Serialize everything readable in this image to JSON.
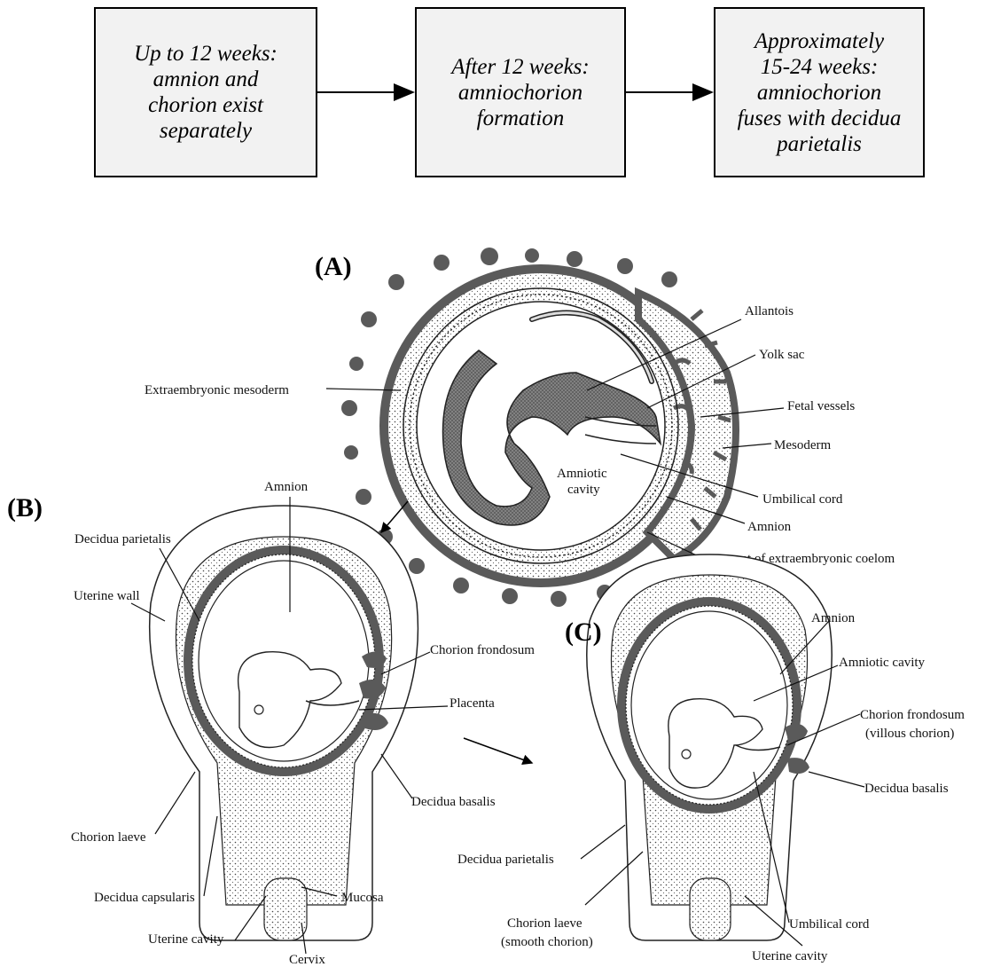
{
  "flow": {
    "step1": "Up to 12 weeks:\namnion and\nchorion exist\nseparately",
    "step2": "After 12 weeks:\namniochorion\nformation",
    "step3": "Approximately\n15-24 weeks:\namniochorion\nfuses with decidua\nparietalis"
  },
  "panels": {
    "a": "(A)",
    "b": "(B)",
    "c": "(C)"
  },
  "labels_a": {
    "extraembryonic_mesoderm": "Extraembryonic mesoderm",
    "allantois": "Allantois",
    "yolk_sac": "Yolk sac",
    "fetal_vessels": "Fetal vessels",
    "mesoderm": "Mesoderm",
    "amniotic_cavity_1": "Amniotic",
    "amniotic_cavity_2": "cavity",
    "umbilical_cord": "Umbilical cord",
    "amnion": "Amnion",
    "remnant": "Remnant of extraembryonic coelom"
  },
  "labels_b": {
    "amnion": "Amnion",
    "decidua_parietalis": "Decidua parietalis",
    "uterine_wall": "Uterine wall",
    "chorion_frondosum": "Chorion frondosum",
    "placenta": "Placenta",
    "decidua_basalis": "Decidua basalis",
    "chorion_laeve": "Chorion laeve",
    "decidua_capsularis": "Decidua capsularis",
    "mucosa": "Mucosa",
    "uterine_cavity": "Uterine cavity",
    "cervix": "Cervix"
  },
  "labels_c": {
    "amnion": "Amnion",
    "amniotic_cavity": "Amniotic cavity",
    "chorion_frondosum_1": "Chorion frondosum",
    "chorion_frondosum_2": "(villous chorion)",
    "decidua_basalis": "Decidua basalis",
    "decidua_parietalis": "Decidua parietalis",
    "chorion_laeve_1": "Chorion laeve",
    "chorion_laeve_2": "(smooth chorion)",
    "umbilical_cord": "Umbilical cord",
    "uterine_cavity": "Uterine cavity"
  },
  "colors": {
    "tissue_dark": "#5a5a5a",
    "tissue_light": "#e6e6e6",
    "box_fill": "#f2f2f2"
  }
}
